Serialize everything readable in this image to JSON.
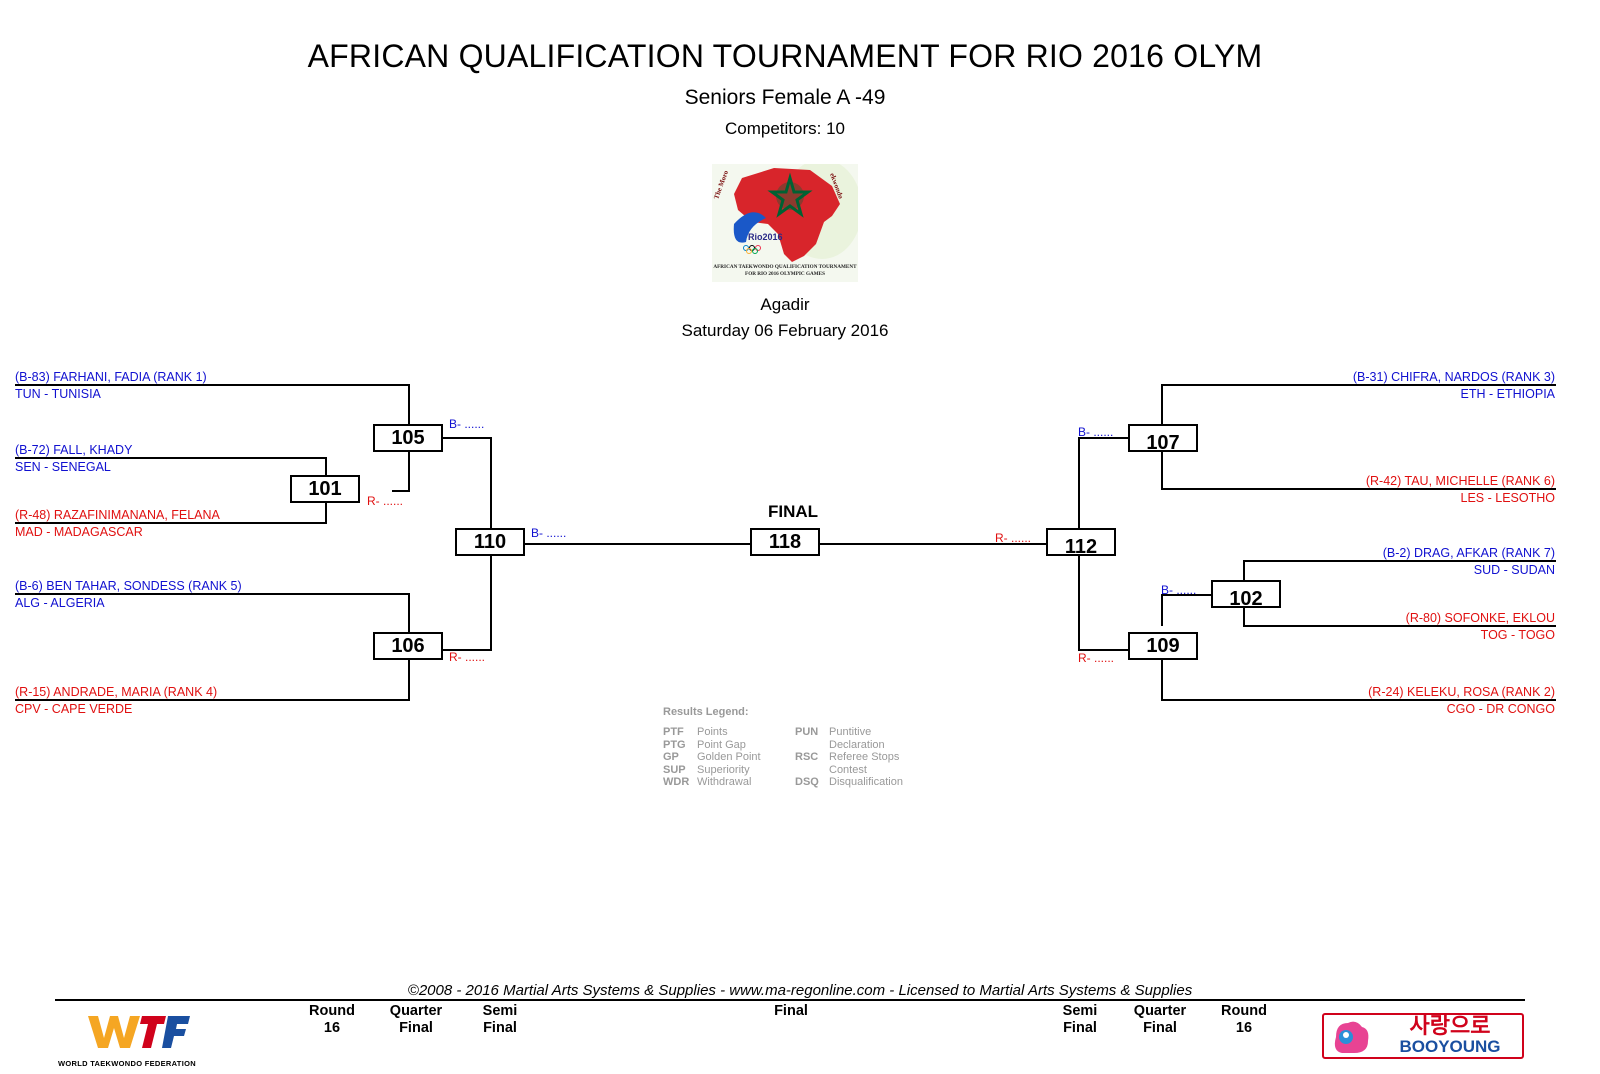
{
  "header": {
    "title": "AFRICAN QUALIFICATION TOURNAMENT FOR RIO 2016 OLYM",
    "subtitle": "Seniors Female A -49",
    "competitors": "Competitors: 10",
    "venue": "Agadir",
    "date": "Saturday 06 February 2016",
    "logo_caption_1": "AFRICAN TAEKWONDO QUALIFICATION TOURNAMENT",
    "logo_caption_2": "FOR RIO 2016 OLYMPIC GAMES",
    "logo_arc_left": "The Moro",
    "logo_arc_right": "ekwondo",
    "logo_rio": "Rio2016"
  },
  "left": {
    "c1_name": "(B-83) FARHANI, FADIA (RANK 1)",
    "c1_country": "TUN - TUNISIA",
    "c2_name": "(B-72) FALL, KHADY",
    "c2_country": "SEN - SENEGAL",
    "c3_name": "(R-48) RAZAFINIMANANA, FELANA",
    "c3_country": "MAD - MADAGASCAR",
    "c4_name": "(B-6) BEN TAHAR, SONDESS (RANK 5)",
    "c4_country": "ALG - ALGERIA",
    "c5_name": "(R-15) ANDRADE, MARIA (RANK 4)",
    "c5_country": "CPV - CAPE VERDE"
  },
  "right": {
    "c1_name": "(B-31) CHIFRA, NARDOS (RANK 3)",
    "c1_country": "ETH - ETHIOPIA",
    "c2_name": "(R-42) TAU, MICHELLE (RANK 6)",
    "c2_country": "LES - LESOTHO",
    "c3_name": "(B-2) DRAG, AFKAR (RANK 7)",
    "c3_country": "SUD -   SUDAN",
    "c4_name": "(R-80) SOFONKE, EKLOU",
    "c4_country": "TOG - TOGO",
    "c5_name": "(R-24) KELEKU, ROSA (RANK 2)",
    "c5_country": "CGO - DR CONGO"
  },
  "matches": {
    "m105": "105",
    "m101": "101",
    "m110": "110",
    "m106": "106",
    "m118": "118",
    "m107": "107",
    "m112": "112",
    "m102": "102",
    "m109": "109",
    "final_label": "FINAL"
  },
  "slots": {
    "blue": "B- ......",
    "red": "R- ......"
  },
  "legend": {
    "title": "Results Legend:",
    "items": [
      {
        "code": "PTF",
        "text": "Points"
      },
      {
        "code": "PTG",
        "text": "Point Gap"
      },
      {
        "code": "GP",
        "text": "Golden Point"
      },
      {
        "code": "SUP",
        "text": "Superiority"
      },
      {
        "code": "WDR",
        "text": "Withdrawal"
      },
      {
        "code": "PUN",
        "text": "Puntitive"
      },
      {
        "code": "",
        "text": "Declaration"
      },
      {
        "code": "RSC",
        "text": "Referee Stops"
      },
      {
        "code": "",
        "text": "Contest"
      },
      {
        "code": "DSQ",
        "text": "Disqualification"
      }
    ]
  },
  "footer": {
    "copyright": "©2008 - 2016 Martial Arts Systems & Supplies - www.ma-regonline.com - Licensed to Martial Arts Systems & Supplies",
    "r16_a": "Round",
    "r16_b": "16",
    "qf_a": "Quarter",
    "qf_b": "Final",
    "sf_a": "Semi",
    "sf_b": "Final",
    "final": "Final",
    "wtf_text": "WORLD TAEKWONDO FEDERATION",
    "booyoung_korean": "사랑으로",
    "booyoung_text": "BOOYOUNG"
  },
  "colors": {
    "blue": "#1010d0",
    "red": "#e01010",
    "moroccan_red": "#c1272d",
    "moroccan_green": "#006233"
  }
}
